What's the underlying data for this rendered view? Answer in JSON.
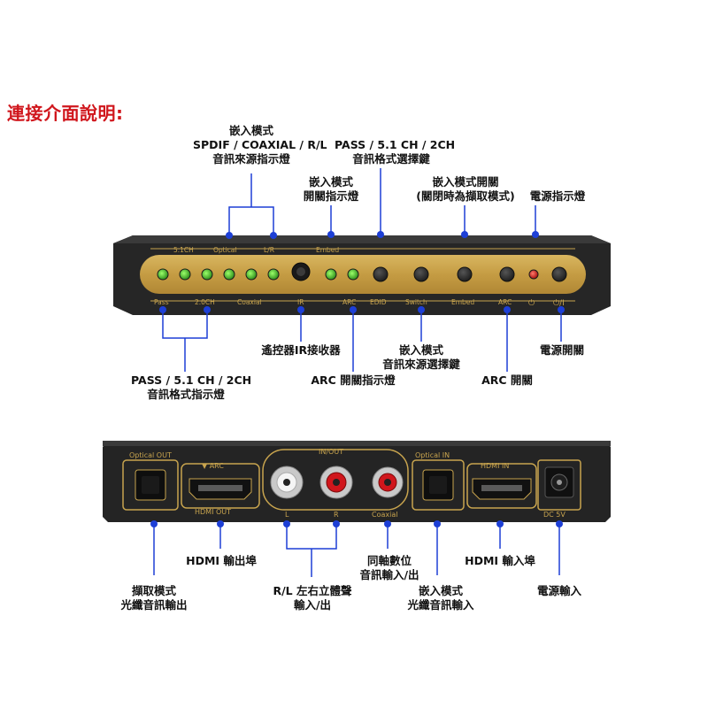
{
  "title": "連接介面說明:",
  "colors": {
    "title": "#d0161c",
    "leader": "#1d3fd6",
    "device": "#1e1e1e",
    "gold": "#c8a44e",
    "led_green": "#3fbf2a",
    "led_red": "#d21a1a"
  },
  "front_panel": {
    "top_labels": [
      "5.1CH",
      "Optical",
      "L/R",
      "Embed"
    ],
    "bottom_labels": [
      "Pass",
      "2.0CH",
      "Coaxial",
      "IR",
      "ARC",
      "EDID",
      "Switch",
      "Embed",
      "ARC"
    ],
    "callouts": {
      "embed_source_led": [
        "嵌入模式",
        "SPDIF / COAXIAL / R/L",
        "音訊來源指示燈"
      ],
      "embed_switch_led": [
        "嵌入模式",
        "開關指示燈"
      ],
      "format_select_key": [
        "PASS / 5.1 CH / 2CH",
        "音訊格式選擇鍵"
      ],
      "embed_mode_switch": [
        "嵌入模式開關",
        "(關閉時為擷取模式)"
      ],
      "power_led": [
        "電源指示燈"
      ],
      "format_leds": [
        "PASS / 5.1 CH / 2CH",
        "音訊格式指示燈"
      ],
      "ir_receiver": [
        "遙控器IR接收器"
      ],
      "arc_led": [
        "ARC 開關指示燈"
      ],
      "embed_source_key": [
        "嵌入模式",
        "音訊來源選擇鍵"
      ],
      "arc_switch": [
        "ARC 開關"
      ],
      "power_switch": [
        "電源開關"
      ]
    }
  },
  "rear_panel": {
    "labels": {
      "optical_out": "Optical OUT",
      "arc": "▼ ARC",
      "hdmi_out": "HDMI OUT",
      "in_out": "IN/OUT",
      "l": "L",
      "r": "R",
      "coaxial": "Coaxial",
      "optical_in": "Optical IN",
      "hdmi_in": "HDMI IN",
      "dc5v": "DC 5V"
    },
    "callouts": {
      "optical_out": [
        "擷取模式",
        "光纖音訊輸出"
      ],
      "hdmi_out": [
        "HDMI 輸出埠"
      ],
      "rl_stereo": [
        "R/L 左右立體聲",
        "輸入/出"
      ],
      "coaxial": [
        "同軸數位",
        "音訊輸入/出"
      ],
      "optical_in": [
        "嵌入模式",
        "光纖音訊輸入"
      ],
      "hdmi_in": [
        "HDMI 輸入埠"
      ],
      "dc_input": [
        "電源輸入"
      ]
    }
  }
}
